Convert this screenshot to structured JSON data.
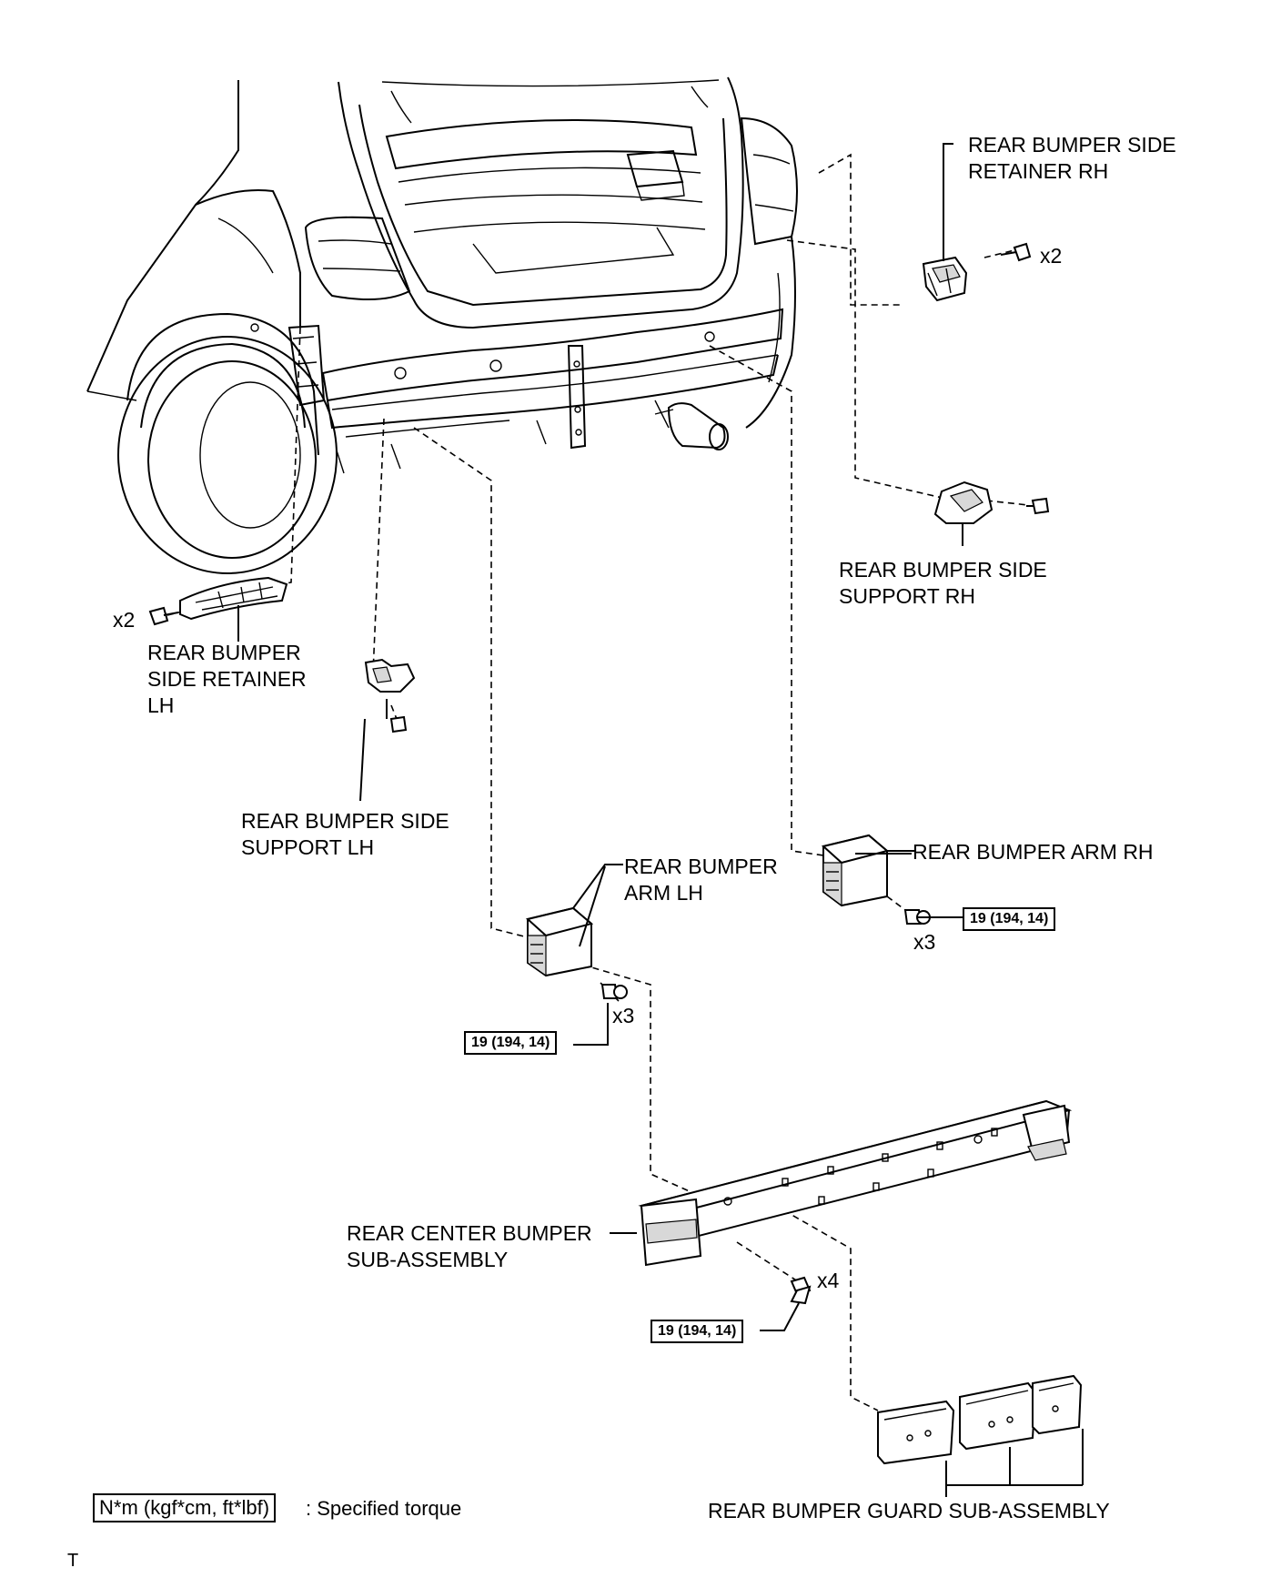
{
  "parts": {
    "side_retainer_rh": "REAR BUMPER SIDE\nRETAINER RH",
    "side_support_rh": "REAR BUMPER SIDE\nSUPPORT RH",
    "side_retainer_lh": "REAR BUMPER\nSIDE RETAINER\nLH",
    "side_support_lh": "REAR BUMPER SIDE\nSUPPORT LH",
    "arm_rh": "REAR BUMPER ARM RH",
    "arm_lh": "REAR BUMPER\nARM LH",
    "center_bumper": "REAR CENTER BUMPER\nSUB-ASSEMBLY",
    "guard": "REAR BUMPER GUARD SUB-ASSEMBLY"
  },
  "counts": {
    "retainer_rh": "x2",
    "retainer_lh": "x2",
    "arm_rh": "x3",
    "arm_lh": "x3",
    "center": "x4"
  },
  "torques": {
    "arm_rh": "19 (194, 14)",
    "arm_lh": "19 (194, 14)",
    "center": "19 (194, 14)"
  },
  "legend": {
    "box": "N*m (kgf*cm, ft*lbf)",
    "text": ": Specified torque"
  },
  "footer_code": "T"
}
